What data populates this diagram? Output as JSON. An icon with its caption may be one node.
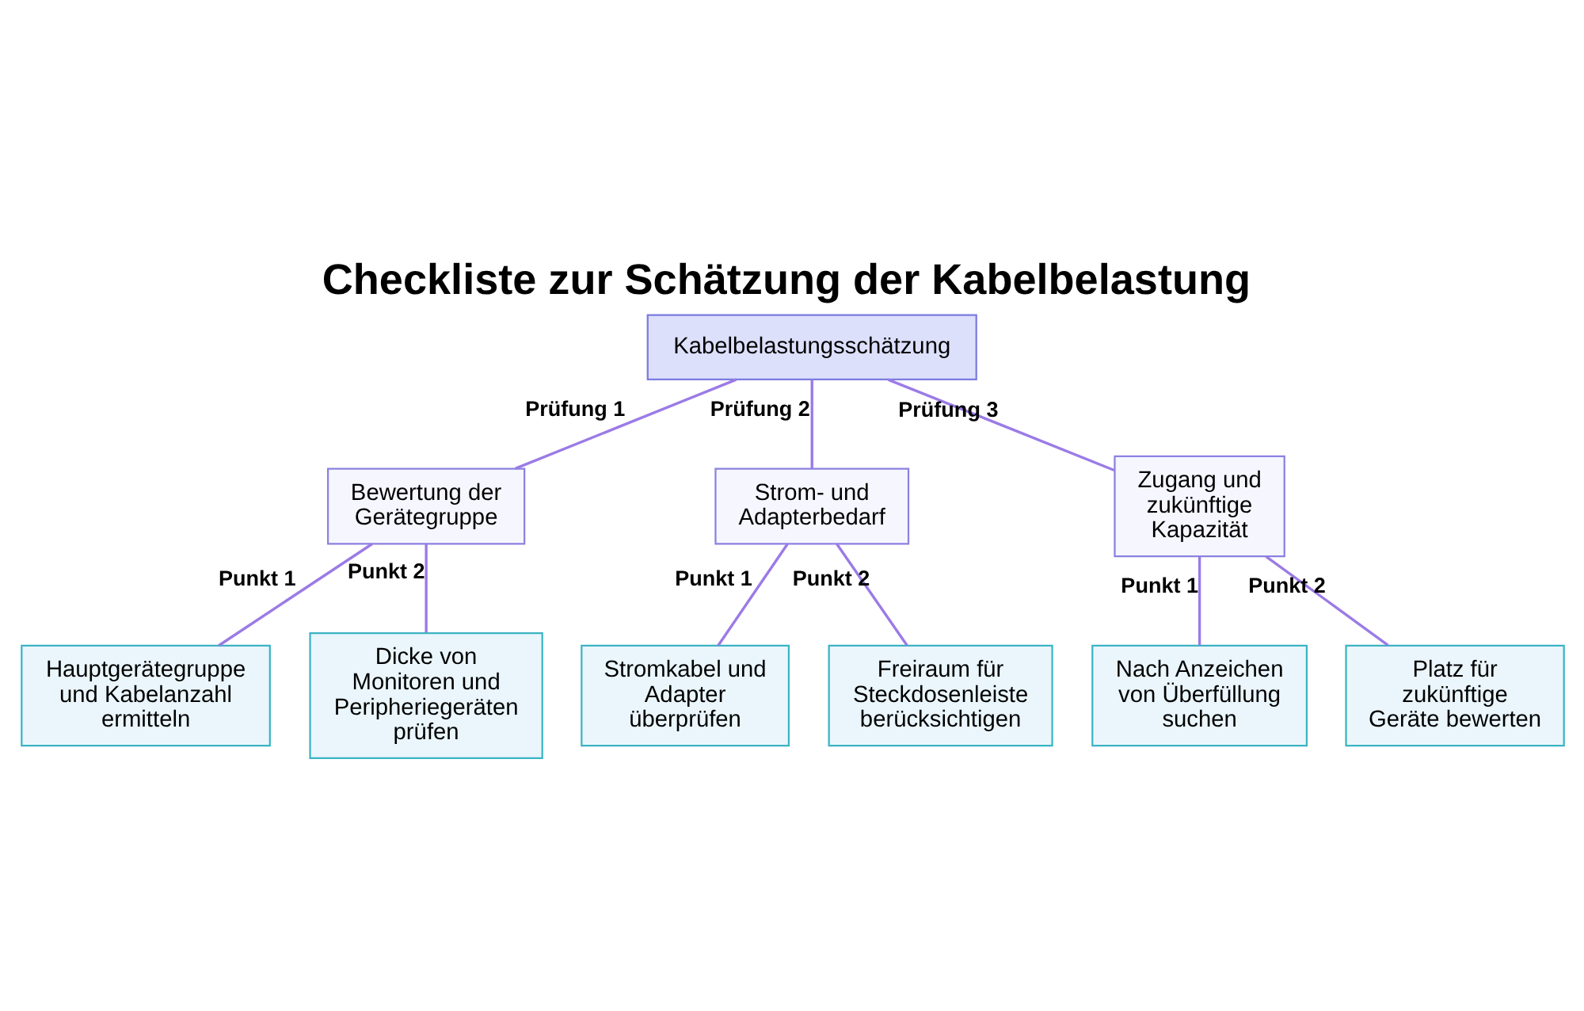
{
  "diagram": {
    "title": "Checkliste zur Schätzung der Kabelbelastung",
    "nodes": [
      {
        "text": [
          "Kabelbelastungsschätzung"
        ]
      },
      {
        "text": [
          "Bewertung der Gerätegruppe"
        ]
      },
      {
        "text": [
          "Strom- und Adapterbedarf"
        ]
      },
      {
        "text": [
          "Zugang und zukünftige Kapazität"
        ]
      },
      {
        "text": [
          "Hauptgerätegruppe und Kabelanzahl ermitteln"
        ]
      },
      {
        "text": [
          "Dicke von Monitoren und Peripheriegeräten prüfen"
        ]
      },
      {
        "text": [
          "Stromkabel und Adapter überprüfen"
        ]
      },
      {
        "text": [
          "Freiraum für Steckdosenleiste berücksichtigen"
        ]
      },
      {
        "text": [
          "Nach Anzeichen von Überfüllung suchen"
        ]
      },
      {
        "text": [
          "Platz für zukünftige Geräte bewerten"
        ]
      }
    ],
    "edges": [
      {
        "from": 0,
        "to": 1,
        "arrow": "none",
        "label": "Prüfung 1"
      },
      {
        "from": 0,
        "to": 2,
        "arrow": "none",
        "label": "Prüfung 2"
      },
      {
        "from": 0,
        "to": 3,
        "arrow": "none",
        "label": "Prüfung 3"
      },
      {
        "from": 1,
        "to": 4,
        "arrow": "none",
        "label": "Punkt 1"
      },
      {
        "from": 1,
        "to": 5,
        "arrow": "none",
        "label": "Punkt 2"
      },
      {
        "from": 2,
        "to": 6,
        "arrow": "none",
        "label": "Punkt 1"
      },
      {
        "from": 2,
        "to": 7,
        "arrow": "none",
        "label": "Punkt 2"
      },
      {
        "from": 3,
        "to": 8,
        "arrow": "none",
        "label": "Punkt 1"
      },
      {
        "from": 3,
        "to": 9,
        "arrow": "none",
        "label": "Punkt 2"
      }
    ]
  }
}
